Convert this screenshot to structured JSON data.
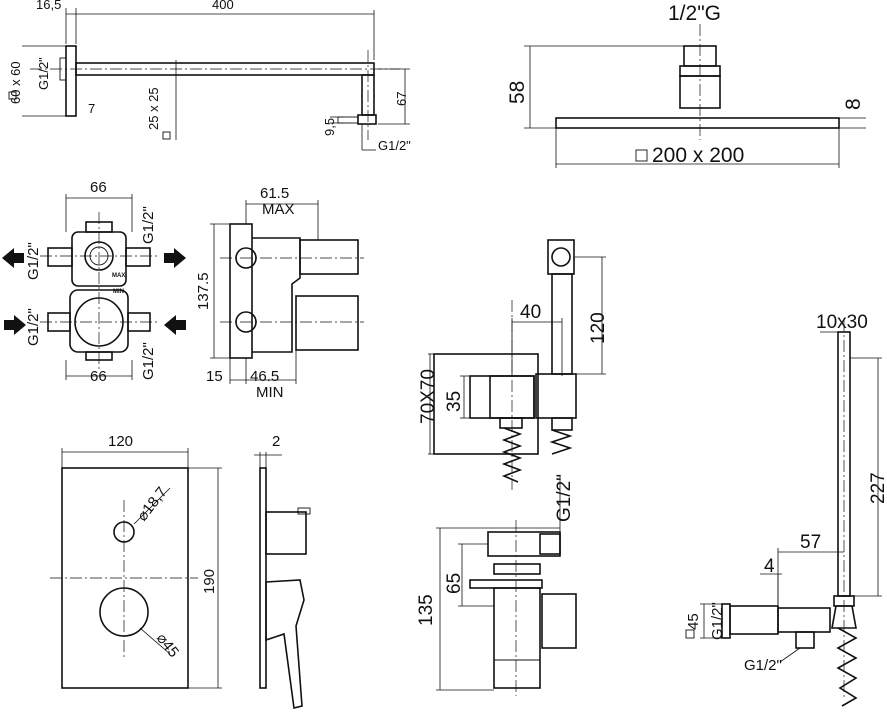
{
  "arm": {
    "dim_16_5": "16,5",
    "dim_400": "400",
    "dim_60x60": "60 x 60",
    "dim_g12": "G1/2\"",
    "dim_7": "7",
    "dim_25x25": "25 x 25",
    "dim_9_5": "9,5",
    "dim_67": "67",
    "dim_g12_bottom": "G1/2\""
  },
  "head": {
    "dim_thread": "1/2\"G",
    "dim_58": "58",
    "dim_8": "8",
    "dim_200x200": "200 x 200"
  },
  "body_front": {
    "dim_66_top": "66",
    "dim_66_bottom": "66",
    "g12_left_top": "G1/2\"",
    "g12_left_bottom": "G1/2\"",
    "g12_right_top": "G1/2\"",
    "g12_right_bottom": "G1/2\"",
    "max_mark": "MAX",
    "min_mark": "MIN"
  },
  "body_side": {
    "dim_61_5": "61.5",
    "max_label": "MAX",
    "dim_137_5": "137.5",
    "dim_15": "15",
    "dim_46_5": "46.5",
    "min_label": "MIN"
  },
  "plate": {
    "dim_120": "120",
    "dim_190": "190",
    "dim_d18_7": "⌀18,7",
    "dim_d45": "⌀45",
    "dim_2": "2"
  },
  "outlet": {
    "dim_40": "40",
    "dim_120": "120",
    "dim_70x70": "70X70",
    "dim_35": "35",
    "dim_g12": "G1/2\"",
    "dim_65": "65",
    "dim_135": "135"
  },
  "hand": {
    "dim_10x30": "10x30",
    "dim_227": "227",
    "dim_57": "57",
    "dim_4": "4",
    "dim_45": "45",
    "dim_g12_side": "G1/2\"",
    "dim_g12_bottom": "G1/2\""
  }
}
